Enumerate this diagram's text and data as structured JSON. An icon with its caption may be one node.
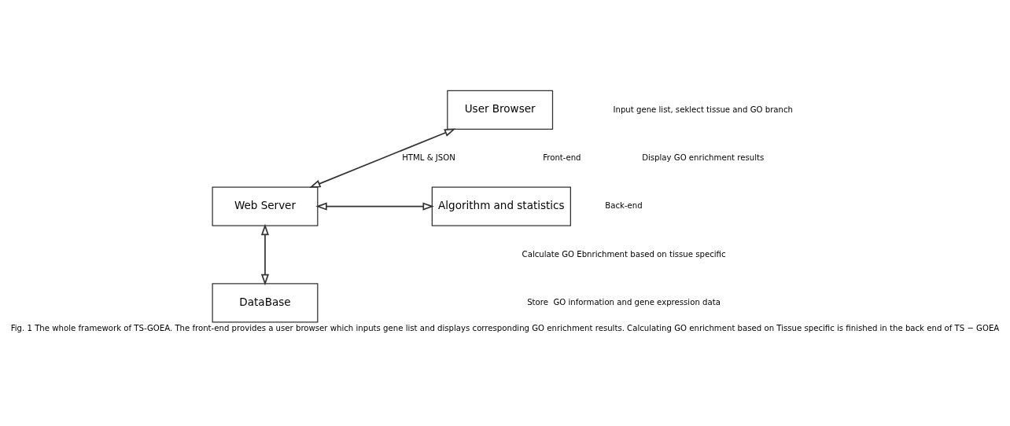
{
  "diagram": {
    "caption": "Fig. 1 The whole framework of TS-GOEA. The front-end provides a user browser which inputs gene list and displays corresponding GO enrichment results. Calculating GO enrichment based on Tissue specific is finished in the back end of TS − GOEA",
    "nodes": [
      {
        "text": [
          "User Browser"
        ]
      },
      {
        "text": [
          "Web Server"
        ]
      },
      {
        "text": [
          "Algorithm and statistics"
        ]
      },
      {
        "text": [
          "DataBase"
        ]
      }
    ],
    "edges": [
      {
        "from": 0,
        "to": 1,
        "arrow": "both",
        "label": "HTML & JSON"
      },
      {
        "from": 1,
        "to": 2,
        "arrow": "both"
      },
      {
        "from": 1,
        "to": 3,
        "arrow": "both"
      }
    ],
    "labels": [
      "Input gene list, seklect tissue and GO branch",
      "Display GO enrichment results",
      "Front-end",
      "Back-end",
      "Calculate GO Ebnrichment based on tissue specific",
      "Store  GO information and gene expression data"
    ]
  }
}
